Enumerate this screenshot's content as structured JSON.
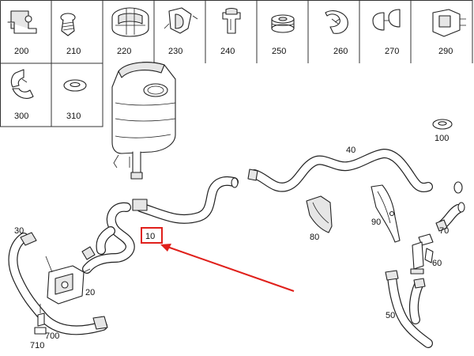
{
  "parts_grid": [
    {
      "id": "200",
      "label": "200",
      "icon": "clip-bracket-icon"
    },
    {
      "id": "210",
      "label": "210",
      "icon": "screw-icon"
    },
    {
      "id": "220",
      "label": "220",
      "icon": "hose-clip-icon"
    },
    {
      "id": "230",
      "label": "230",
      "icon": "bracket-icon"
    },
    {
      "id": "240",
      "label": "240",
      "icon": "holder-clip-icon"
    },
    {
      "id": "250",
      "label": "250",
      "icon": "grommet-icon"
    },
    {
      "id": "260",
      "label": "260",
      "icon": "spring-clip-icon"
    },
    {
      "id": "270",
      "label": "270",
      "icon": "double-clip-icon"
    },
    {
      "id": "290",
      "label": "290",
      "icon": "clamp-bracket-icon"
    },
    {
      "id": "300",
      "label": "300",
      "icon": "retaining-clip-icon"
    },
    {
      "id": "310",
      "label": "310",
      "icon": "washer-icon"
    }
  ],
  "callouts": [
    {
      "id": "10",
      "label": "10",
      "highlighted": true
    },
    {
      "id": "20",
      "label": "20"
    },
    {
      "id": "30",
      "label": "30"
    },
    {
      "id": "40",
      "label": "40"
    },
    {
      "id": "50",
      "label": "50"
    },
    {
      "id": "60",
      "label": "60"
    },
    {
      "id": "70",
      "label": "70"
    },
    {
      "id": "80",
      "label": "80"
    },
    {
      "id": "90",
      "label": "90"
    },
    {
      "id": "100",
      "label": "100"
    },
    {
      "id": "700",
      "label": "700"
    },
    {
      "id": "710",
      "label": "710"
    }
  ],
  "colors": {
    "highlight": "#e0201b",
    "line": "#222222",
    "background": "#ffffff"
  }
}
